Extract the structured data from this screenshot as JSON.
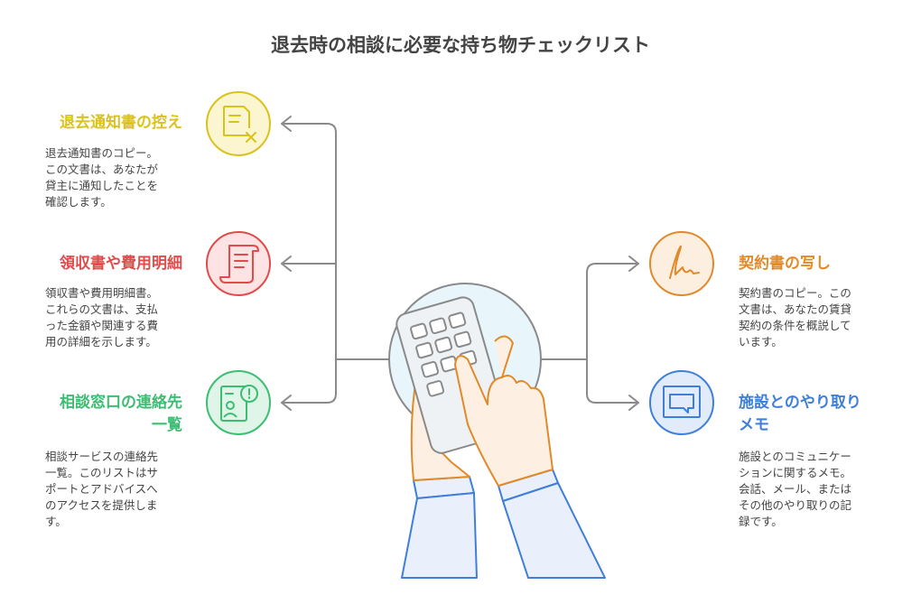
{
  "title": "退去時の相談に必要な持ち物チェックリスト",
  "colors": {
    "yellow": "#d9c21c",
    "red": "#e04b4b",
    "green": "#3dbd72",
    "orange": "#e08a2a",
    "blue": "#3f7fd9",
    "connector": "#8a8a8a"
  },
  "items": [
    {
      "id": "notice",
      "icon": "document-x-icon",
      "title": "退去通知書の控え",
      "desc": [
        "退去通知書のコピー。",
        "この文書は、あなたが",
        "貸主に通知したことを",
        "確認します。"
      ]
    },
    {
      "id": "receipts",
      "icon": "receipt-scroll-icon",
      "title": "領収書や費用明細",
      "desc": [
        "領収書や費用明細書。",
        "これらの文書は、支払",
        "った金額や関連する費",
        "用の詳細を示します。"
      ]
    },
    {
      "id": "contacts",
      "icon": "contact-alert-icon",
      "title_lines": [
        "相談窓口の連絡先",
        "一覧"
      ],
      "desc": [
        "相談サービスの連絡先",
        "一覧。このリストはサ",
        "ポートとアドバイスへ",
        "のアクセスを提供しま",
        "す。"
      ]
    },
    {
      "id": "contract",
      "icon": "signature-icon",
      "title": "契約書の写し",
      "desc": [
        "契約書のコピー。この",
        "文書は、あなたの賃貸",
        "契約の条件を概説して",
        "います。"
      ]
    },
    {
      "id": "memo",
      "icon": "speech-memo-icon",
      "title_lines": [
        "施設とのやり取り",
        "メモ"
      ],
      "desc": [
        "施設とのコミュニケー",
        "ションに関するメモ。",
        "会話、メール、または",
        "その他のやり取りの記",
        "録です。"
      ]
    }
  ]
}
